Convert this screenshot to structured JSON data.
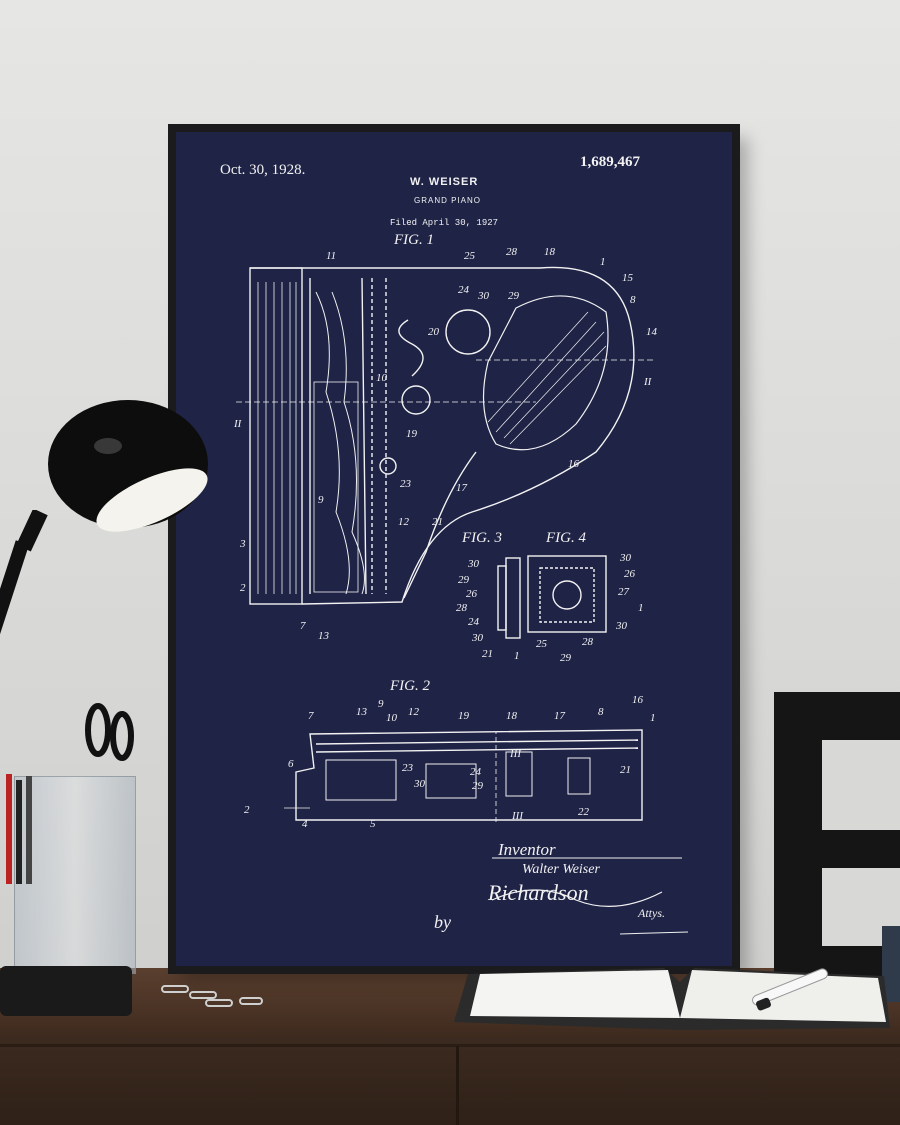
{
  "poster": {
    "date": "Oct. 30, 1928.",
    "patent_number": "1,689,467",
    "inventor": "W. WEISER",
    "title": "GRAND PIANO",
    "filed": "Filed April 30, 1927",
    "fig1": "FIG. 1",
    "fig2": "FIG. 2",
    "fig3": "FIG. 3",
    "fig4": "FIG. 4",
    "inventor_label": "Inventor",
    "inventor_name": "Walter Weiser",
    "signature": "Richardson",
    "by": "by",
    "attys": "Attys."
  },
  "fig1_numbers": [
    "11",
    "25",
    "28",
    "18",
    "1",
    "15",
    "8",
    "24",
    "30",
    "29",
    "20",
    "14",
    "II",
    "10",
    "II",
    "19",
    "16",
    "23",
    "17",
    "9",
    "12",
    "21",
    "3",
    "2",
    "7",
    "13"
  ],
  "fig34_numbers": [
    "30",
    "29",
    "26",
    "28",
    "24",
    "30",
    "21",
    "1",
    "25",
    "28",
    "29",
    "30",
    "26",
    "27",
    "1",
    "30"
  ],
  "fig2_numbers": [
    "7",
    "13",
    "9",
    "10",
    "12",
    "19",
    "18",
    "17",
    "8",
    "16",
    "1",
    "6",
    "23",
    "30",
    "24",
    "29",
    "III",
    "21",
    "2",
    "4",
    "5",
    "III",
    "22"
  ],
  "colors": {
    "poster_bg": "#1f2346",
    "ink": "#f2f2f2",
    "frame": "#1b1b1d",
    "wall": "#e0e0de",
    "desk": "#4a3325"
  }
}
